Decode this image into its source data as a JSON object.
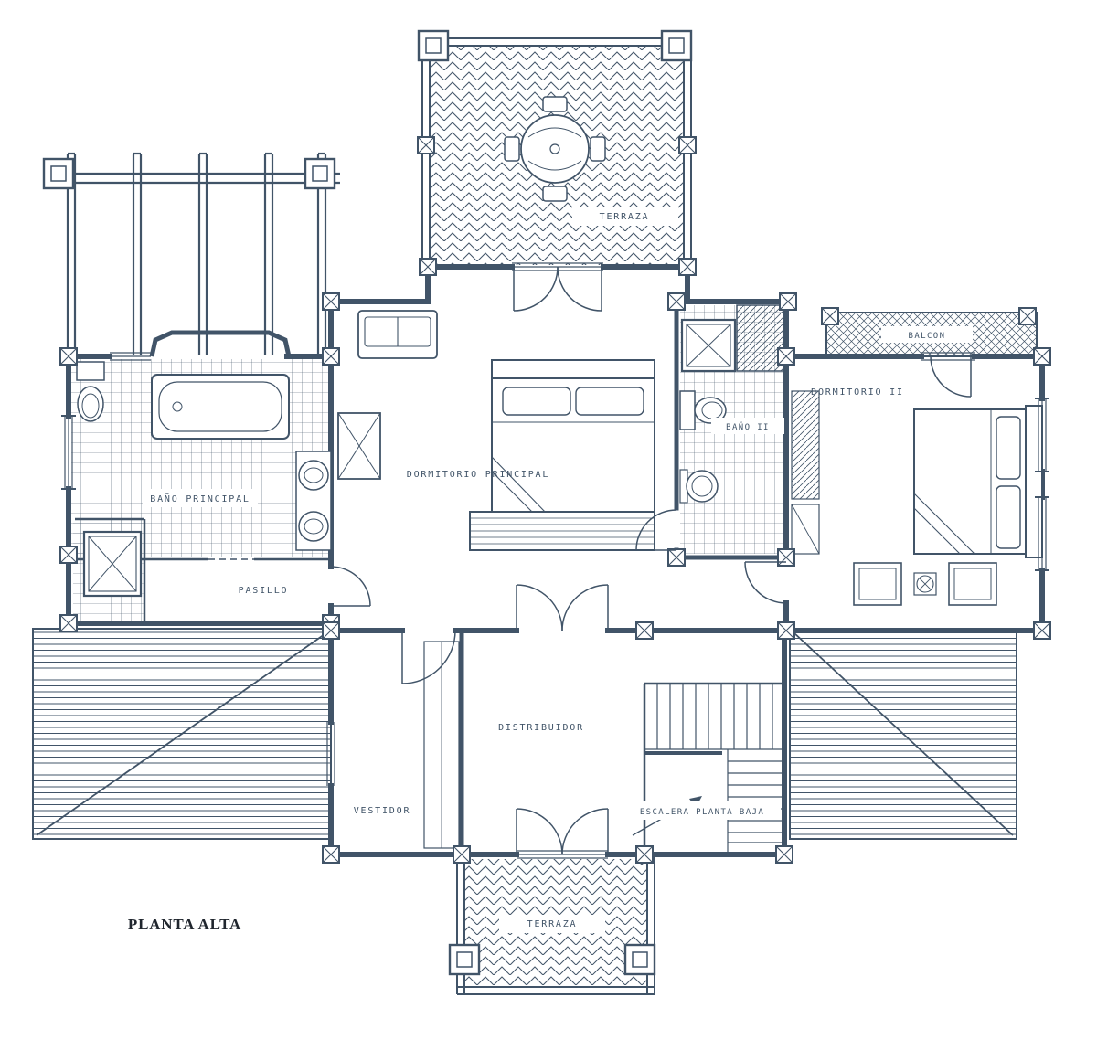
{
  "colors": {
    "ink": "#415468",
    "title_text": "#20262e",
    "paper": "#ffffff"
  },
  "labels": {
    "terraza_top": "TERRAZA",
    "balcon": "BALCON",
    "dormitorio_ii": "DORMITORIO II",
    "bano_ii": "BAÑO II",
    "dormitorio_principal": "DORMITORIO PRINCIPAL",
    "bano_principal": "BAÑO PRINCIPAL",
    "pasillo": "PASILLO",
    "distribuidor": "DISTRIBUIDOR",
    "vestidor": "VESTIDOR",
    "escalera": "ESCALERA PLANTA BAJA",
    "terraza_bottom": "TERRAZA",
    "plan_title": "PLANTA ALTA"
  }
}
